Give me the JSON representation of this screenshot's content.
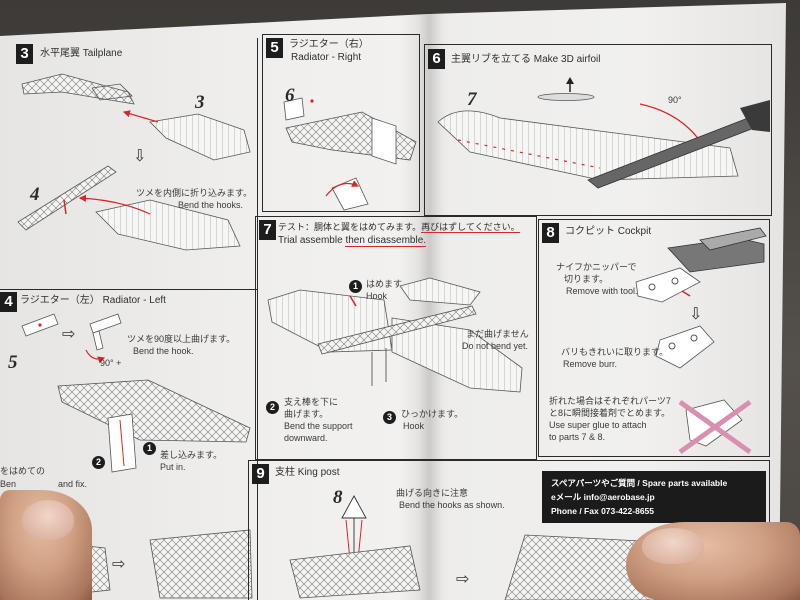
{
  "document": {
    "panel_3": {
      "number": "3",
      "title": "水平尾翼 Tailplane",
      "step_a": "3",
      "step_b": "4",
      "note_jp": "ツメを内側に折り込みます。",
      "note_en": "Bend the hooks."
    },
    "panel_4": {
      "number": "4",
      "title": "ラジエター（左） Radiator - Left",
      "bend_jp": "ツメを90度以上曲げます。",
      "bend_en": "Bend the hook.",
      "angle": "90° +",
      "step": "5",
      "mark_1": "1",
      "mark_2": "2",
      "insert_jp": "差し込みます。",
      "insert_en": "Put in.",
      "fragment_jp": "をはめての",
      "fragment_en_a": "Ben",
      "fragment_en_b": "and fix."
    },
    "panel_5": {
      "number": "5",
      "title_jp": "ラジエター（右）",
      "title_en": "Radiator - Right",
      "step": "6"
    },
    "panel_6": {
      "number": "6",
      "title": "主翼リブを立てる Make 3D airfoil",
      "step": "7",
      "angle": "90°"
    },
    "panel_7": {
      "number": "7",
      "title_jp_a": "テスト：胴体と翼をはめてみます。",
      "title_jp_b": "再びはずしてください。",
      "title_en_a": "Trial assemble ",
      "title_en_b": "then disassemble.",
      "mark_1": "1",
      "hook_jp": "はめます",
      "hook_en": "Hook",
      "nobend_jp": "まだ曲げません",
      "nobend_en": "Do not bend yet.",
      "mark_2": "2",
      "support_jp_a": "支え棒を下に",
      "support_jp_b": "曲げます。",
      "support_en_a": "Bend the support",
      "support_en_b": "downward.",
      "mark_3": "3",
      "catch_jp": "ひっかけます。",
      "catch_en": "Hook"
    },
    "panel_8": {
      "number": "8",
      "title": "コクピット Cockpit",
      "cut_jp_a": "ナイフかニッパーで",
      "cut_jp_b": "切ります。",
      "cut_en": "Remove with tool.",
      "burr_jp": "バリもきれいに取ります。",
      "burr_en": "Remove burr.",
      "broken_jp_a": "折れた場合はそれぞれパーツ7",
      "broken_jp_b": "と8に瞬間接着剤でとめます。",
      "broken_en_a": "Use super glue to attach",
      "broken_en_b": "to parts 7 & 8."
    },
    "panel_9": {
      "number": "9",
      "title": "支柱 King post",
      "step": "8",
      "hint_jp": "曲げる向きに注意",
      "hint_en": "Bend the hooks as shown.",
      "contact": {
        "line1": "スペアパーツやご質問 / Spare parts available",
        "line2": "eメール info@aerobase.jp",
        "line3": "Phone / Fax 073-422-8655"
      }
    }
  },
  "icons": {
    "down_arrow": "⇩",
    "right_arrow": "⇨"
  },
  "colors": {
    "accent_red": "#d9262b",
    "number_badge": "#1d1d1d",
    "cross_pink": "#d98fb0"
  }
}
